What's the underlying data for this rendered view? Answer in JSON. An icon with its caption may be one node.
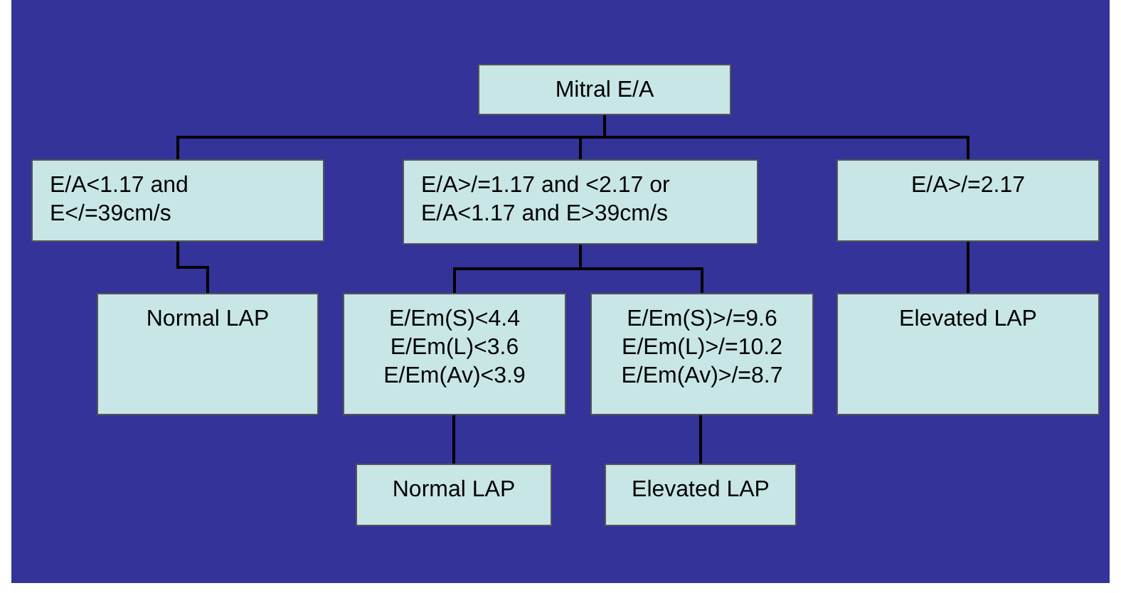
{
  "diagram": {
    "nodes": [
      {
        "text": [
          "Mitral E/A"
        ]
      },
      {
        "text": [
          "E/A<1.17 and E</=39cm/s"
        ]
      },
      {
        "text": [
          "E/A>/=1.17 and <2.17 or E/A<1.17 and E>39cm/s"
        ]
      },
      {
        "text": [
          "E/A>/=2.17"
        ]
      },
      {
        "text": [
          "Normal LAP"
        ]
      },
      {
        "text": [
          "E/Em(S)<4.4 E/Em(L)<3.6 E/Em(Av)<3.9"
        ]
      },
      {
        "text": [
          "E/Em(S)>/=9.6 E/Em(L)>/=10.2 E/Em(Av)>/=8.7"
        ]
      },
      {
        "text": [
          "Elevated LAP"
        ]
      },
      {
        "text": [
          "Normal LAP"
        ]
      },
      {
        "text": [
          "Elevated LAP"
        ]
      }
    ],
    "edges": [
      {
        "from": 0,
        "to": 1,
        "arrow": "none"
      },
      {
        "from": 0,
        "to": 2,
        "arrow": "none"
      },
      {
        "from": 0,
        "to": 3,
        "arrow": "none"
      },
      {
        "from": 1,
        "to": 4,
        "arrow": "none"
      },
      {
        "from": 2,
        "to": 5,
        "arrow": "none"
      },
      {
        "from": 2,
        "to": 6,
        "arrow": "none"
      },
      {
        "from": 3,
        "to": 7,
        "arrow": "none"
      },
      {
        "from": 5,
        "to": 8,
        "arrow": "none"
      },
      {
        "from": 6,
        "to": 9,
        "arrow": "none"
      }
    ]
  }
}
